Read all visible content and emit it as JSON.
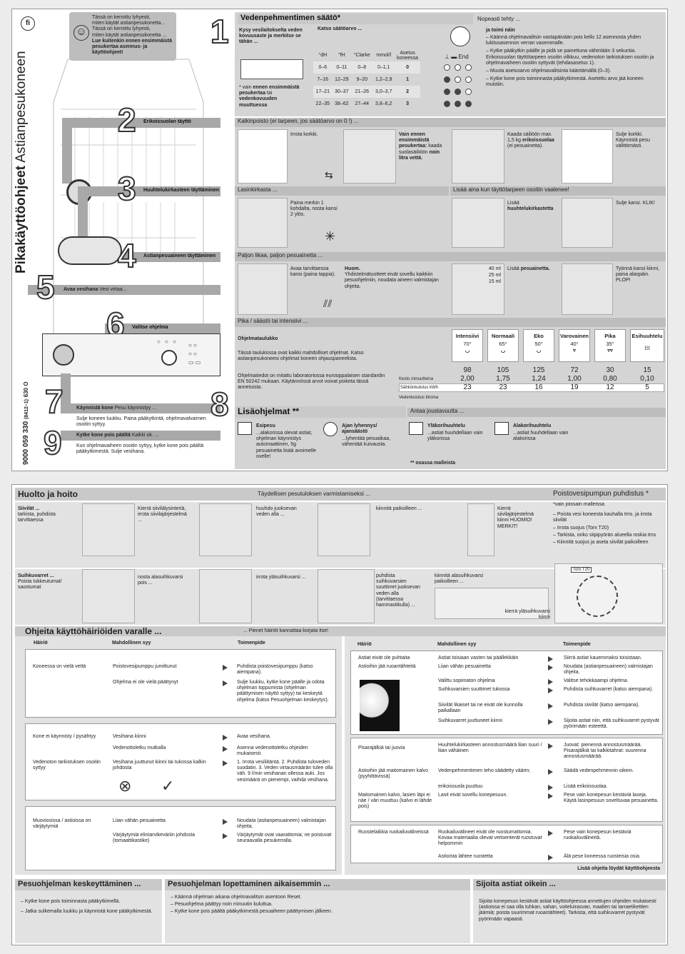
{
  "top": {
    "lang": "fi",
    "side_title": "Pikakäyttöohjeet",
    "side_sub": "Astianpesukoneen",
    "part_no": "9000 059 330",
    "part_code": "(8412–1)",
    "part_tail": "630 O",
    "note_lines": [
      "Tässä on kerrottu lyhyesti,",
      "miten käytät astianpesukonetta...",
      "Tässä on kerrottu lyhyesti,",
      "miten käytät astianpesukonetta ..."
    ],
    "note_bold": "Lue kuitenkin ennen ensimmäistä pesukertaa asennus- ja käyttöohjeet!",
    "steps": [
      {
        "n": "1",
        "label": ""
      },
      {
        "n": "2",
        "label": "Erikoissuolan täyttö"
      },
      {
        "n": "3",
        "label": "Huuhtelukirkasteen täyttäminen"
      },
      {
        "n": "4",
        "label": "Astianpesuaineen täyttäminen"
      },
      {
        "n": "5",
        "label": "Avaa vesihana",
        "label2": "Vesi virtaa..."
      },
      {
        "n": "6",
        "label": "Valitse ohjelma"
      },
      {
        "n": "7",
        "label": "Käynnistä kone",
        "label2": "Pesu käynnistyy ..."
      },
      {
        "n": "8",
        "label": ""
      },
      {
        "n": "9",
        "label": "Kytke kone pois päältä",
        "label2": "Kaikki ok. ..."
      }
    ],
    "step7_text": "Sulje koneen luukku. Paina pääkytkintä, ohjelmavalvaimen osoitin syttyy.",
    "step9_text": "Kun ohjelmavaiheen osoitin syttyy, kytke kone pois päältä pääkytkimestä. Sulje vesihana.",
    "s1": {
      "title": "Vedenpehmentimen säätö*",
      "right_title": "Nopeasti tehty ...",
      "left_bold": "Kysy vesilaitokselta veden kovuusaste ja merkitse se tähän ...",
      "left_note_pre": "* vain ",
      "left_note_bold": "ennen ensimmäistä pesukertaa",
      "left_note_mid": " tai ",
      "left_note_bold2": "vedenkovuuden muuttuessa",
      "table_title": "Katso säätöarvo ...",
      "cols": [
        "°dH",
        "°fH",
        "°Clarke",
        "mmol/l",
        "Asetus koneessa"
      ],
      "rows": [
        [
          "0–6",
          "0–11",
          "0–8",
          "0–1,1",
          "0"
        ],
        [
          "7–16",
          "12–29",
          "9–20",
          "1,2–2,9",
          "1"
        ],
        [
          "17–21",
          "30–37",
          "21–26",
          "3,0–3,7",
          "2"
        ],
        [
          "22–35",
          "38–62",
          "27–44",
          "3,8–6,2",
          "3"
        ]
      ],
      "end_label": "End",
      "how_title": "ja toimi näin",
      "how": [
        "– Käännä ohjelmavalitsin vastapäivään pois kello 12 asennosta yhden lukitusasennon verran vasemmalle.",
        "– Kytke pääkytkin päälle ja pidä se painettuna vähintään 3 sekuntia. Erikoissuolan täyttötarpeen osoitin vilkkuu, vedenoton tarkistuksen osoitin ja ohjelmavaiheen osoitin syttyvät (tehdasasetus 1).",
        "– Muuta asetusarvo ohjelmavalitsinta kääntämällä (0–3).",
        "– Kytke kone pois toiminnasta pääkytkimestä. Asetettu arvo jää koneen muistiin."
      ]
    },
    "s2": {
      "title": "Kalkinpoisto (ei tarpeen, jos säätöarvo on 0 !) ...",
      "a": "Irrota korkki.",
      "b_bold": "Vain ennen ensimmäistä pesukertaa:",
      "b": "kaada suolasäiliöön",
      "b_bold2": "noin litra vettä.",
      "c": "Kaada säiliöön max. 1,5 kg",
      "c_bold": "erikoissuolaa",
      "c2": "(ei pesuainetta).",
      "d": "Sulje korkki. Käynnistä pesu välittömästi."
    },
    "s3": {
      "title": "Lasinkirkasta ...",
      "title2": "Lisää aina kun täyttötarpeen osoitin vaalenee!",
      "a": "Paina merkin 1 kohdalta, nosta kansi 2 ylös.",
      "b_pre": "Lisää",
      "b_bold": "huuhtelukirkastetta",
      "c": "Sulje kansi. KLIK!"
    },
    "s4": {
      "title": "Paljon likaa, paljon pesuainetta ...",
      "a": "Avaa tarvittaessa kansi (paina tappia).",
      "note_bold": "Huom.",
      "note": "Yhdistelmätuotteet eivät sovellu kaikkiin pesuohjelmiin, noudata aineen valmistajan ohjeita.",
      "ml": [
        "40 ml",
        "25 ml",
        "15 ml"
      ],
      "b_pre": "Lisää",
      "b_bold": "pesuainetta.",
      "c": "Työnnä kansi kiinni, paina alaspäin. PLOP!"
    },
    "s6": {
      "title": "Pika / säästö tai intensiivi ...",
      "table_title": "Ohjelmataulukko",
      "text1": "Tässä taulukossa ovat kaikki mahdolliset ohjelmat. Katso astianpesukoneesi ohjelmat koneen ohjauspaneelista.",
      "text2": "Ohjelmatiedot on mitattu laboratoriossa eurooppalaisen standardin EN 50242 mukaan. Käytännössä arvot voivat poiketa tässä annetuista.",
      "row_labels": [
        "Kesto minuutteina",
        "Sähkönkulutus kWh",
        "Vedenkulutus litroina"
      ],
      "programs": [
        {
          "name": "Intensiivi",
          "temp": "70°",
          "dur": "98",
          "kwh": "2,00",
          "water": "23"
        },
        {
          "name": "Normaali",
          "temp": "65°",
          "dur": "105",
          "kwh": "1,75",
          "water": "23"
        },
        {
          "name": "Eko",
          "temp": "50°",
          "dur": "125",
          "kwh": "1,24",
          "water": "16"
        },
        {
          "name": "Varovainen",
          "temp": "40°",
          "dur": "72",
          "kwh": "1,00",
          "water": "19"
        },
        {
          "name": "Pika",
          "temp": "35°",
          "dur": "30",
          "kwh": "0,80",
          "water": "12"
        },
        {
          "name": "Esihuuhtelu",
          "temp": "",
          "dur": "15",
          "kwh": "0,10",
          "water": "5"
        }
      ]
    },
    "s8": {
      "title": "Lisäohjelmat **",
      "title2": "Antaa joustavuutta ...",
      "items": [
        {
          "title": "Esipesu",
          "text": "...alakorissa olevat astiat, ohjelman käynnistys automaattinen, 5g pesuainetta lisää avoimelle ovelle!"
        },
        {
          "title": "Ajan lyhennys/ ajansäästö",
          "text": "...lyhentää pesuaikaa, vähentää kuivausta."
        },
        {
          "title": "Yläkorihuuhtelu",
          "text": "...astiat huuhdellaan vain yläkorissa"
        },
        {
          "title": "Alakorihuuhtelu",
          "text": "...astiat huuhdellaan vain alakorissa"
        }
      ],
      "footnote": "** osassa malleista"
    }
  },
  "bottom": {
    "care": {
      "title": "Huolto ja hoito",
      "mid_title": "Täydellisen pesutuloksen varmistamiseksi ...",
      "pump_title": "Poistovesipumpun puhdistus *",
      "filters_bold": "Siivilät ...",
      "filters": "tarkista, puhdista tarvittaessa",
      "f1": "Kierrä siivilälysinteriä, irrota siivilajärjestelmä ...",
      "f2": "huuhdo juoksevan veden alla ...",
      "f3": "kiinnitä paikoilleen ...",
      "f4": "Kierrä siivilajärjestelmä kiinni HUOMIO! MERKIT!",
      "pump_lines": [
        "*vain joissain malleissa",
        "– Poista vesi koneesta kauhalla tms. ja irrota siivilät",
        "– Irrota suojus (Torx T20)",
        "– Tarkista, onko siipipyörän alueella roskia tms",
        "– Kiinnitä suojus ja aseta siivilät paikoilleen"
      ],
      "arms_bold": "Suihkuvarret ...",
      "arms": "Poista tukkeutumat/ saostumat",
      "a1": "nosta alasuihkuvarsi pois ...",
      "a2": "irrota yläsuihkuvarsi ...",
      "a3": "puhdista suihkuvarsien suuttimet juoksevan veden alla (tarvittaessa hammastikulla) ...",
      "a4": "kiinnitä alasuihkuvarsi paikoilleen ...",
      "a5": "kierrä yläsuihkuvarsi kiinni",
      "torx": "Torx T20"
    },
    "trouble": {
      "title": "Ohjeita käyttöhäiriöiden varalle ...",
      "subtitle": "... Pienet häiriöt kannattaa korjata itse!",
      "cols": [
        "Häiriö",
        "Mahdollinen syy",
        "Toimenpide"
      ],
      "left_groups": [
        [
          {
            "fault": "Koneessa on vielä vettä",
            "cause": "Poistovesipumppu jumittunut",
            "fix": "Puhdista poistovesipumppu (katso aiempana)."
          },
          {
            "fault": "",
            "cause": "Ohjelma ei ole vielä päättynyt",
            "fix": "Sulje luukku, kytke kone päälle ja odota ohjelman loppumista (ohjelman päättymisen näyttö syttyy) tai keskeytä ohjelma (katso Pesuohjelman keskeytys)."
          }
        ],
        [
          {
            "fault": "Kone ei käynnisty / pysähtyy",
            "cause": "Vesihana kiinni",
            "fix": "Avaa vesihana."
          },
          {
            "fault": "",
            "cause": "Vedenottoletku mutkalla",
            "fix": "Asenna vedenottoletku ohjeiden mukaisesti."
          },
          {
            "fault": "Vedenoton tarkistuksen osoitin syttyy",
            "cause": "Vesihana juuttunut kiinni tai tukossa kalkin johdosta",
            "fix": "1. Irrota vesiliitäntä. 2. Puhdista tuloveden suodatin. 3. Veden virtausmäärän tulee olla väh. 9 l/min vesihanan ollessa auki. Jos vesimäärä on pienempi, vaihda vesihana."
          }
        ],
        [
          {
            "fault": "Muoviosissa / astioissa on värjäytymiä",
            "cause": "Liian vähän pesuainetta",
            "fix": "Noudata (astianpesuaineen) valmistajan ohjeita."
          },
          {
            "fault": "",
            "cause": "Värjäytymiä elintarvikeväriin johdosta (tomaattikastike)",
            "fix": "Värjäytymät ovat vaarattomia; ne poistuvat seuraavalla pesukerralla."
          }
        ]
      ],
      "right_groups": [
        [
          {
            "fault": "Astiat eivät ole puhtaita",
            "cause": "Astiat toisiaan vasten tai päällekkäin",
            "fix": "Siirrä astiat kauemmaksi toisistaan."
          },
          {
            "fault": "Astioihin jää ruoantähteitä",
            "cause": "Liian vähän pesuainetta",
            "fix": "Noudata (astianpesuaineen) valmistajan ohjeita."
          },
          {
            "fault": "",
            "cause": "Valittu sopimaton ohjelma",
            "fix": "Valitse tehokkaampi ohjelma."
          },
          {
            "fault": "",
            "cause": "Suihkuvarsien suuttimet tukossa",
            "fix": "Puhdista suihkuvarret (katso aiempana)."
          },
          {
            "fault": "",
            "cause": "Siivilät likaiset tai ne eivät ole kunnolla paikallaan",
            "fix": "Puhdista siivilät (katso aiempana)."
          },
          {
            "fault": "",
            "cause": "Suihkuvarret juuttuneet kiinni",
            "fix": "Sijoita astiat niin, että suihkuvarret pystyvät pyörimään esteettä."
          }
        ],
        [
          {
            "fault": "Pisarajälkiä tai juovia",
            "cause": "Huuhtelukirkasteen annostusmäärä liian suuri / liian vähäinen",
            "fix": "Juovat: pienennä annostusmäärää. Pisarajälkiä tai kalkkitahrat: suurenna annostusmäärää."
          },
          {
            "fault": "Astioihin jää maitomainen kalvo (pyyhittävissä)",
            "cause": "Vedenpehmentimen teho säädetty väärin;",
            "fix": "Säädä vedenpehmennin oikein."
          },
          {
            "fault": "",
            "cause": "erikoissuola puuttuu",
            "fix": "Lisää erikoissuolaa."
          },
          {
            "fault": "Maitomainen kalvo, lasien läpi ei näe / väri muuttuu (kalvo ei lähde pois)",
            "cause": "Lasit eivät sovellu konepesuun.",
            "fix": "Pese vain konepesun kestäviä laseja. Käytä lasinpesuun soveltuvaa pesuainetta."
          }
        ],
        [
          {
            "fault": "Ruostelaikkia ruokailuvälineissä",
            "cause": "Ruokailuvälineet eivät ole ruostumattomia. Kovaa materiaalia olevat veitsenterät ruostuvat helpommin",
            "fix": "Pese vain konepesun kestäviä ruokailuvälineitä."
          },
          {
            "fault": "",
            "cause": "Astioista lähtee ruostetta",
            "fix": "Älä pese koneessa ruosteisia osia."
          }
        ]
      ],
      "more": "Lisää ohjeita löydät käyttöohjeesta"
    },
    "footer": [
      {
        "title": "Pesuohjelman keskeyttäminen ...",
        "lines": [
          "– Kytke kone pois toiminnasta pääkytkimellä.",
          "– Jatka sulkemalla luukku ja käynnistä kone pääkytkimestä."
        ]
      },
      {
        "title": "Pesuohjelman lopettaminen aikaisemmin ...",
        "lines": [
          "– Käännä ohjelman aikana ohjelmavalitsin asentoon Reset.",
          "– Pesuohjelma päättyy noin minuutin kuluttua.",
          "– Kytke kone pois päältä pääkytkimestä pesuaiheen päättymisen jälkeen."
        ]
      },
      {
        "title": "Sijoita astiat oikein ...",
        "lines": [
          "Sijoita konepesun kestävät astiat käyttöohjeessa annettujen ohjeiden mukaisesti (astioissa ei saa olla tuhkan, vahan, voiteluirasvan, maalien tai tarraetikettien jäämiä; poista suurimmat ruoantähteet). Tarkista, että suihkuvarret pystyvät pyörimään vapaasti."
        ]
      }
    ]
  }
}
